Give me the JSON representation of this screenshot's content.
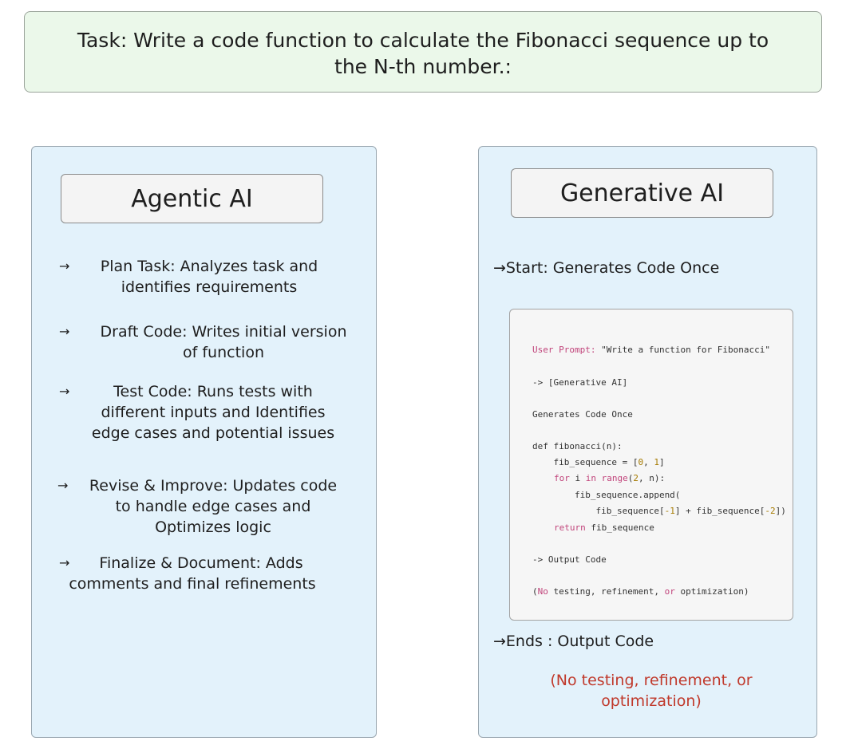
{
  "task": {
    "line1": "Task: Write a code function to calculate the Fibonacci sequence up to",
    "line2": "the N-th number.:"
  },
  "agentic": {
    "title": "Agentic AI",
    "steps": [
      {
        "line1": "Plan Task: Analyzes task and",
        "line2": "identifies requirements"
      },
      {
        "line1": "Draft Code: Writes initial version",
        "line2": "of function"
      },
      {
        "line1": "Test Code:  Runs tests with",
        "line2": "different inputs and Identifies",
        "line3": "edge cases and potential issues"
      },
      {
        "line1": "Revise & Improve: Updates code",
        "line2": "to handle edge cases  and",
        "line3": "Optimizes logic"
      },
      {
        "line1": "Finalize & Document: Adds",
        "line2": "comments and final refinements"
      }
    ]
  },
  "generative": {
    "title": "Generative AI",
    "start": "Start: Generates Code Once",
    "code": {
      "prompt_label": "User Prompt:",
      "prompt_value": " \"Write a function for Fibonacci\"",
      "arrow_gen": "-> [Generative AI]",
      "generates": "Generates Code Once",
      "def_line": "def fibonacci(n):",
      "seq_pre": "    fib_sequence = [",
      "seq_n0": "0",
      "seq_mid": ", ",
      "seq_n1": "1",
      "seq_post": "]",
      "for_kw": "for",
      "for_var": " i ",
      "in_kw": "in",
      "range_fn": " range",
      "range_open": "(",
      "range_n": "2",
      "range_post": ", n):",
      "append_line": "        fib_sequence.append(",
      "sum_pre": "            fib_sequence[",
      "sum_n1": "-1",
      "sum_mid": "] + fib_sequence[",
      "sum_n2": "-2",
      "sum_post": "])",
      "return_kw": "return",
      "return_val": " fib_sequence",
      "arrow_out": "-> Output Code",
      "note_open": "(",
      "note_no": "No",
      "note_mid1": " testing, refinement, ",
      "note_or": "or",
      "note_end": " optimization)"
    },
    "ends": "Ends : Output Code",
    "note_line1": "(No testing, refinement, or",
    "note_line2": "optimization)"
  },
  "arrow_glyph": "→"
}
